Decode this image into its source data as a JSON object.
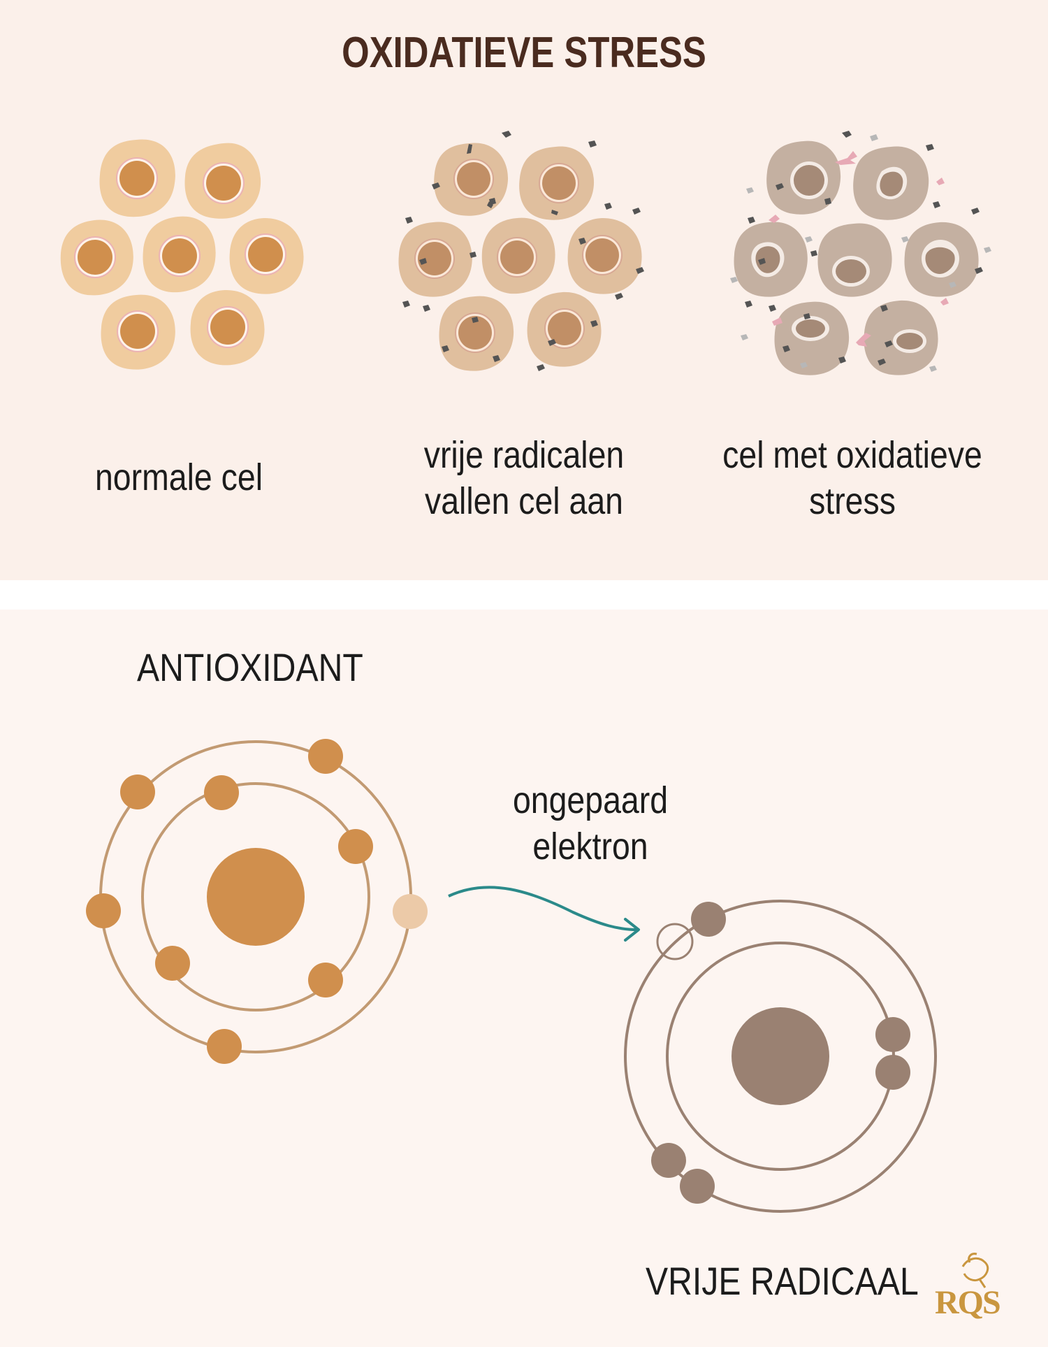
{
  "title": "OXIDATIEVE STRESS",
  "cells_panel": {
    "normal_label": "normale cel",
    "attack_label_line1": "vrije radicalen",
    "attack_label_line2": "vallen cel aan",
    "stress_label_line1": "cel met oxidatieve",
    "stress_label_line2": "stress"
  },
  "atoms_panel": {
    "antioxidant_heading": "ANTIOXIDANT",
    "arrow_label_line1": "ongepaard",
    "arrow_label_line2": "elektron",
    "radical_heading": "VRIJE RADICAAL"
  },
  "logo": {
    "text": "RQS"
  },
  "colors": {
    "normal_cell": "#f0cc9f",
    "normal_nucleus": "#d08f4d",
    "attacked_cell": "#e0bf9e",
    "attacked_nucleus": "#c18f66",
    "stressed_cell": "#c4b0a1",
    "stressed_nucleus": "#a58a77",
    "radical_particle": "#545454",
    "antioxidant": "#d08f4d",
    "free_radical": "#9a8172",
    "arrow": "#2b8a8a"
  }
}
